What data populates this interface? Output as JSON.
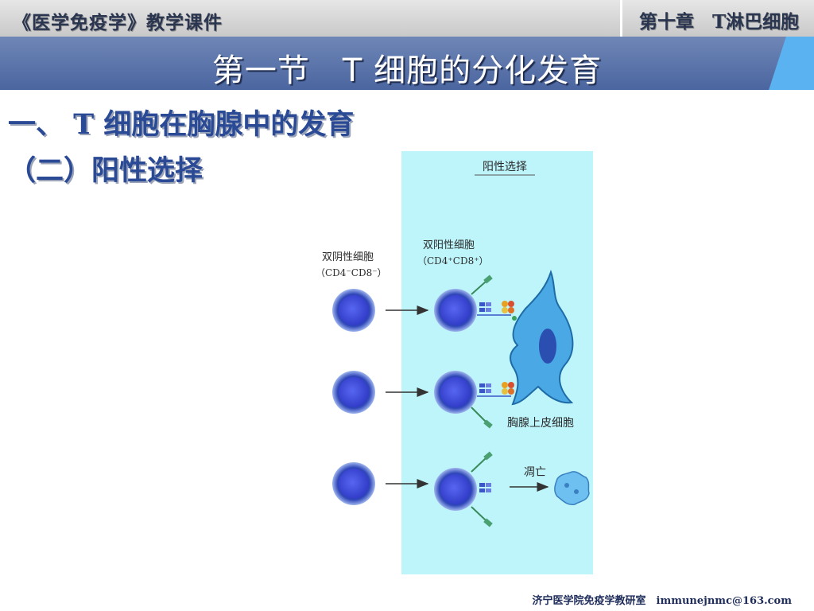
{
  "header": {
    "course": "《医学免疫学》教学课件",
    "chapter": "第十章　T淋巴细胞"
  },
  "slide": {
    "section_title": "第一节　T 细胞的分化发育",
    "heading1": "一、 T 细胞在胸腺中的发育",
    "heading2": "（二）阳性选择"
  },
  "figure": {
    "panel_title": "阳性选择",
    "double_negative_label": "双阴性细胞",
    "double_negative_marker": "（CD4⁻CD8⁻）",
    "double_positive_label": "双阳性细胞",
    "double_positive_marker": "（CD4⁺CD8⁺）",
    "epithelial_label": "胸腺上皮细胞",
    "apoptosis_label": "凋亡"
  },
  "footer": {
    "text": "济宁医学院免疫学教研室　immunejnmc@163.com"
  },
  "colors": {
    "header_gray": "#d6d6d6",
    "title_bar": "#5670a8",
    "title_accent": "#5bb2f0",
    "heading_text": "#2a4a96",
    "panel_bg": "#bdf5fb",
    "cell_blue": "#3a4bd8",
    "epithelial_cell": "#4aa8e4"
  }
}
